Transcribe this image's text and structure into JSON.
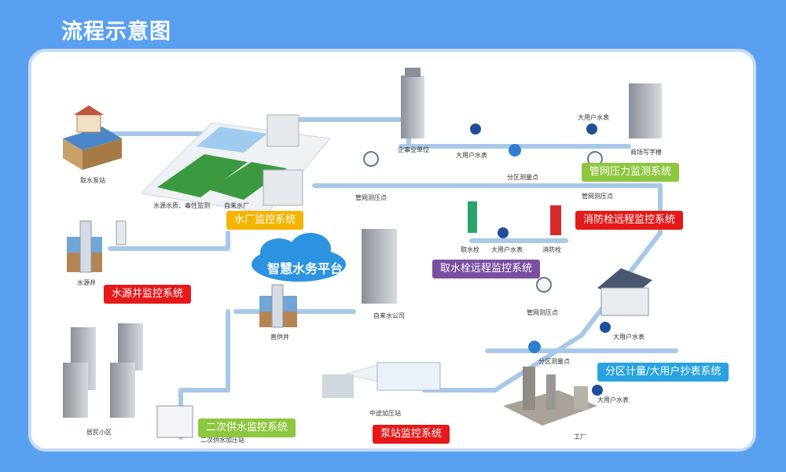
{
  "page": {
    "title": "流程示意图"
  },
  "colors": {
    "background": "#5aa0f0",
    "pipe": "#a8c8e8",
    "tag_yellow": "#f5b400",
    "tag_red": "#e51919",
    "tag_green": "#8dc63f",
    "tag_purple": "#7b4fa0",
    "tag_blue": "#29a3e0"
  },
  "platform": {
    "name": "智慧水务平台"
  },
  "tags": {
    "water_plant": "水厂监控系统",
    "water_well": "水源井监控系统",
    "secondary_supply": "二次供水监控系统",
    "pump_station": "泵站监控系统",
    "pressure": "管网压力监测系统",
    "hydrant": "消防栓远程监控系统",
    "water_intake": "取水栓远程监控系统",
    "metering": "分区计量/大用户抄表系统"
  },
  "labels": {
    "intake_pump": "取水泵站",
    "water_quality": "水源水质、毒性监测",
    "plant": "自来水厂",
    "well": "水源井",
    "enterprise": "企事业单位",
    "big_meter_1": "大用户水表",
    "big_meter_2": "大用户水表",
    "big_meter_3": "大用户水表",
    "big_meter_4": "大用户水表",
    "big_meter_5": "大用户水表",
    "office": "商场写字楼",
    "zone_point_1": "分区测量点",
    "zone_point_2": "分区测量点",
    "pressure_point_1": "管网测压点",
    "pressure_point_2": "管网测压点",
    "pressure_point_3": "管网测压点",
    "intake_hydrant": "取水栓",
    "fire_hydrant": "消防栓",
    "water_company": "自来水公司",
    "direct_well": "直供井",
    "booster_station": "中途加压站",
    "residential": "居民小区",
    "secondary_station": "二次供水加压站",
    "factory": "工厂"
  }
}
